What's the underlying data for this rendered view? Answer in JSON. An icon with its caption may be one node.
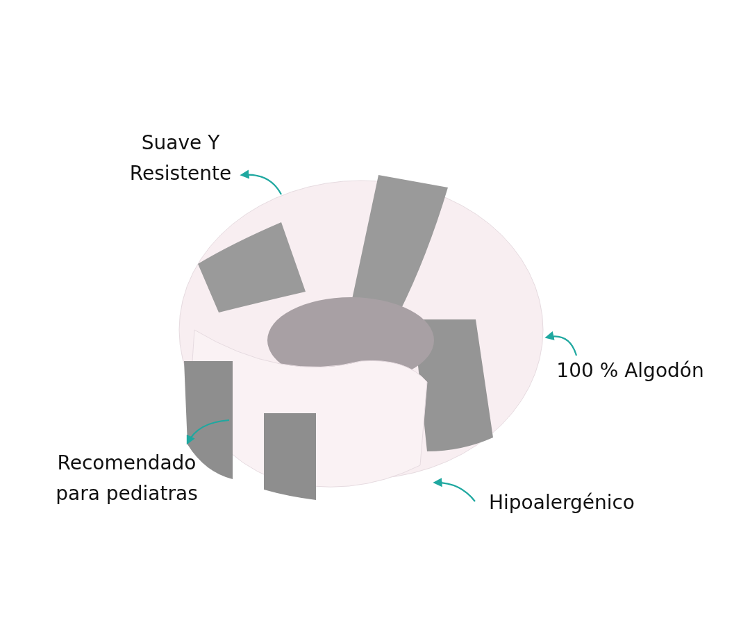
{
  "diagram": {
    "nodes": [
      {
        "text": [
          "Suave Y Resistente"
        ]
      },
      {
        "text": [],
        "shape": "picture"
      },
      {
        "text": [
          "100 % Algodón"
        ]
      },
      {
        "text": [
          "Recomendado para pediatras"
        ]
      },
      {
        "text": [
          "Hipoalergénico"
        ]
      }
    ],
    "edges": [
      {
        "from": 1,
        "to": 0,
        "arrow": "to"
      },
      {
        "from": 2,
        "to": 1,
        "arrow": "to"
      },
      {
        "from": 1,
        "to": 3,
        "arrow": "to"
      },
      {
        "from": 4,
        "to": 1,
        "arrow": "to"
      }
    ]
  }
}
